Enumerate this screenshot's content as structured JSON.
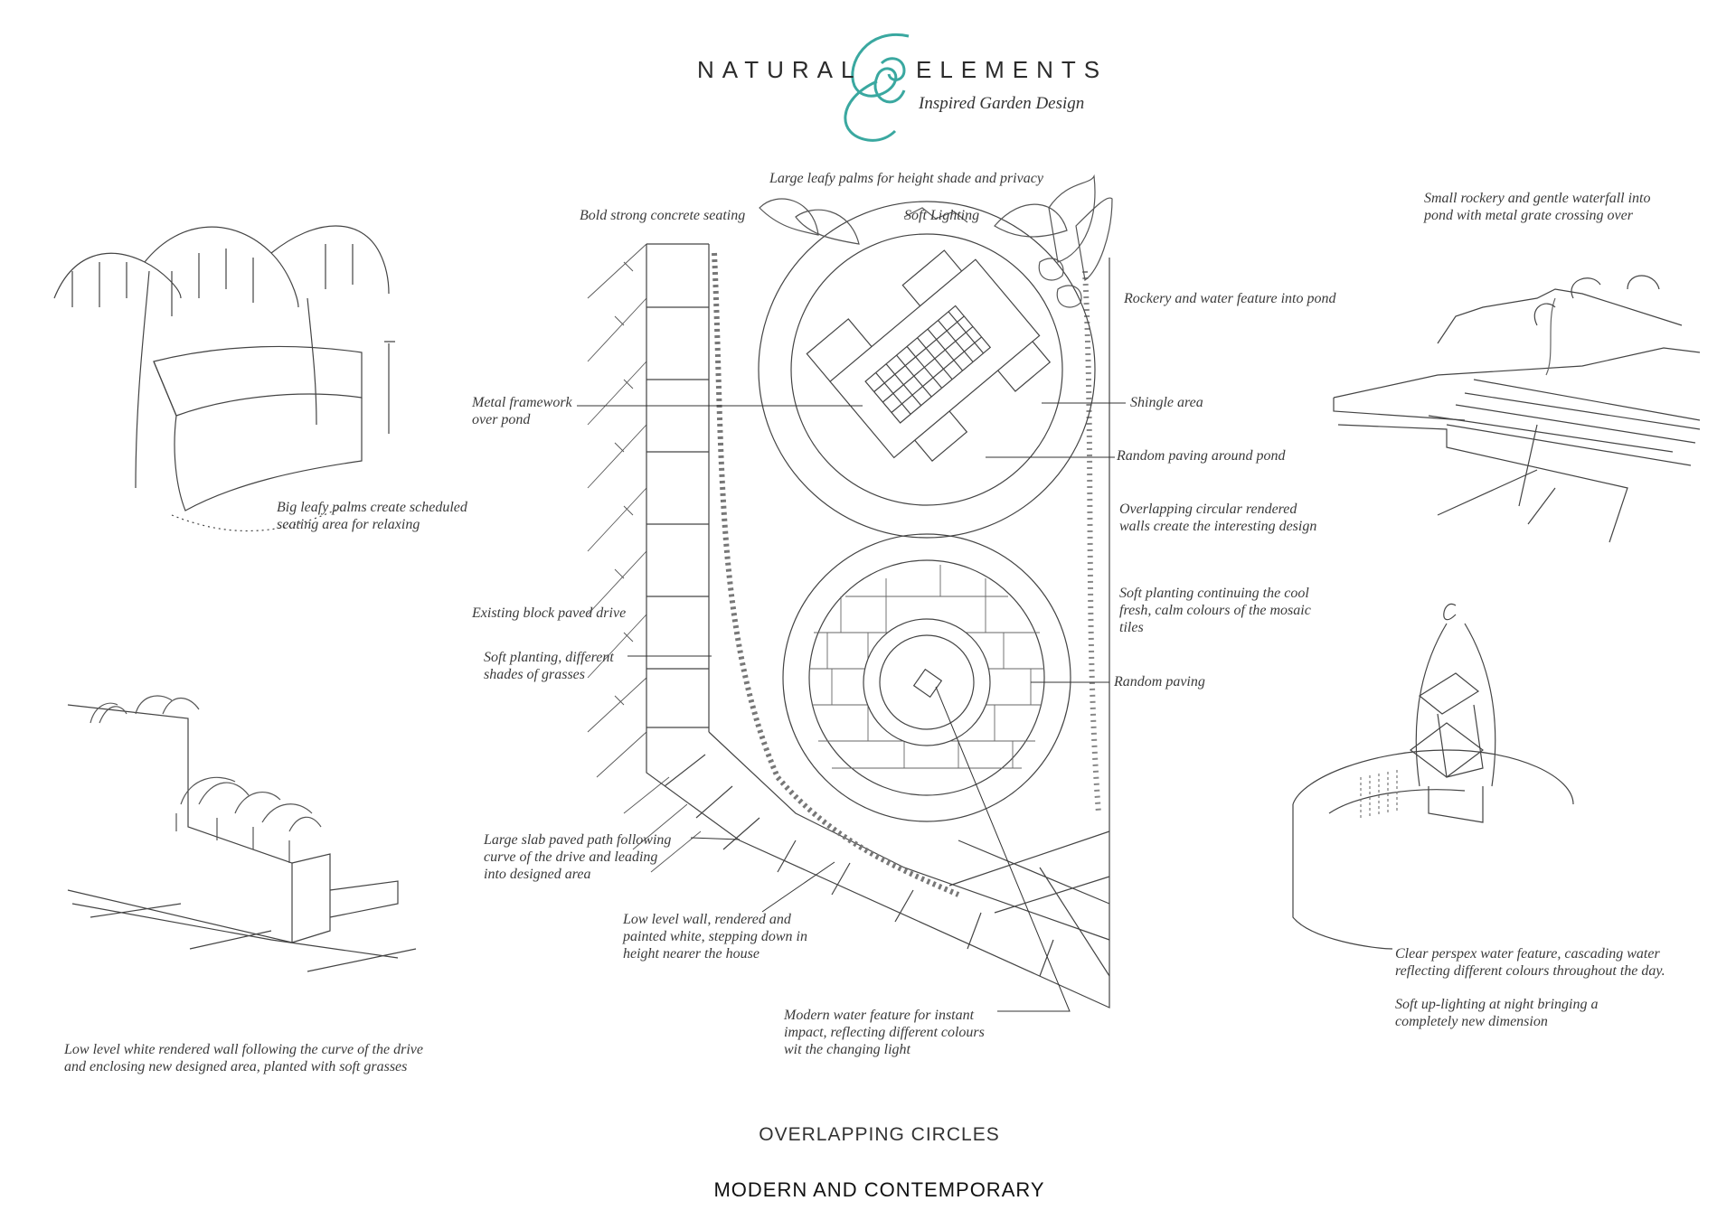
{
  "logo": {
    "word_left": "NATURAL",
    "word_right": "ELEMENTS",
    "tagline": "Inspired Garden Design",
    "accent_color": "#3aa8a0"
  },
  "labels": {
    "palms_height": "Large leafy palms for height shade and privacy",
    "concrete_seating": "Bold strong concrete seating",
    "soft_lighting": "Soft Lighting",
    "small_rockery": "Small rockery and gentle waterfall into\npond with metal grate crossing over",
    "rockery_water": "Rockery and water feature into pond",
    "metal_framework": "Metal framework\nover pond",
    "shingle": "Shingle area",
    "random_paving_pond": "Random paving around pond",
    "overlapping_walls": "Overlapping circular rendered\nwalls create the interesting design",
    "big_leafy_palms": "Big leafy palms create scheduled\nseating area for relaxing",
    "soft_planting_cool": "Soft planting continuing the cool\nfresh, calm colours of the mosaic\ntiles",
    "existing_drive": "Existing block paved drive",
    "soft_planting_grasses": "Soft planting, different\nshades of grasses",
    "random_paving": "Random paving",
    "slab_path": "Large slab paved path following\ncurve of the drive and leading\ninto designed area",
    "low_wall": "Low level wall, rendered and\npainted white, stepping down in\nheight nearer the house",
    "modern_water": "Modern water feature for instant\nimpact, reflecting different colours\nwit the changing light",
    "white_wall": "Low level white rendered wall following the curve of the drive\nand enclosing new designed area, planted with soft grasses",
    "perspex": "Clear perspex water feature, cascading water\nreflecting different colours throughout the day.",
    "uplighting": "Soft up-lighting at night bringing a\ncompletely new dimension"
  },
  "titles": {
    "main": "OVERLAPPING CIRCLES",
    "sub": "MODERN AND CONTEMPORARY"
  }
}
